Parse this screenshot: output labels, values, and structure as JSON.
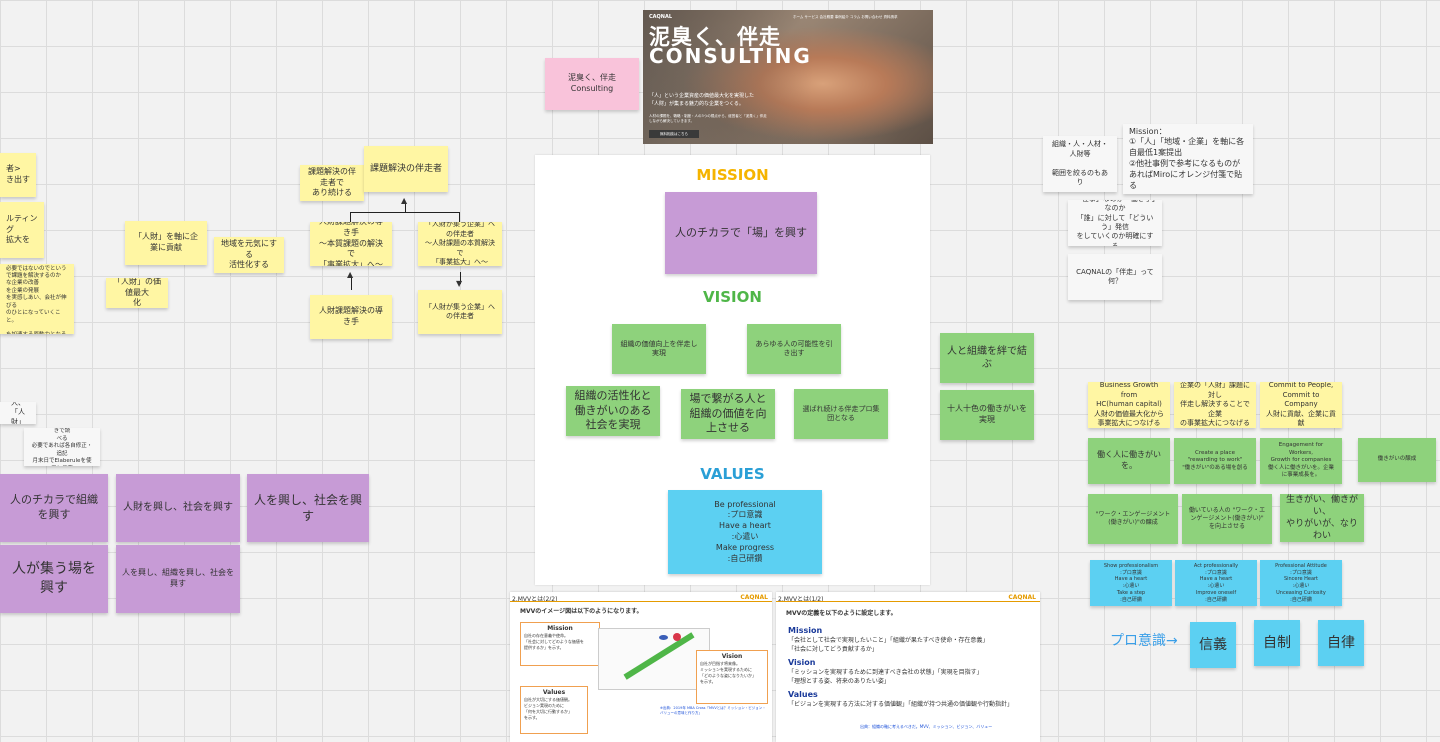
{
  "colors": {
    "yellow": "#fff6a3",
    "purple": "#c79bd6",
    "green": "#8ed27c",
    "blue": "#5cd0f2",
    "pink": "#f9c3da",
    "mission": "#f5b400",
    "vision": "#4fb648",
    "values": "#2a9fd6"
  },
  "hero": {
    "brand": "CAQNAL",
    "title1": "泥臭く、伴走",
    "title2": "CONSULTING",
    "nav": "ホーム  サービス  会社概要  事例紹介  コラム  お問い合わせ  資料請求",
    "sub1": "「人」という企業資産の価値最大化を実現した",
    "sub2": "「人財」が集まる魅力的な企業をつくる。",
    "body": "人材の課題を、戦略・制度・人の3つの視点から、経営者と「泥臭く」伴走しながら解決していきます。",
    "button": "無料相談はこちら"
  },
  "pink_note": "泥臭く、伴走\nConsulting",
  "board": {
    "mission_heading": "MISSION",
    "mission_note": "人のチカラで「場」を興す",
    "vision_heading": "VISION",
    "vision_notes": [
      "組織の価値向上を伴走し実現",
      "あらゆる人の可能性を引き出す",
      "組織の活性化と働きがいのある社会を実現",
      "場で繋がる人と組織の価値を向上させる",
      "選ばれ続ける伴走プロ集団となる"
    ],
    "values_heading": "VALUES",
    "values_note": "Be professional\n:プロ意識\nHave a heart\n:心遣い\nMake progress\n:自己研鑽"
  },
  "left_notes": {
    "edge1": "者>\nき出す",
    "edge2": "ルティング\n拡大を",
    "edge3": "の議メモ>\n必要ではないのでという\nで課題を解決するのか\nな企業の改善\nを企業の発展\nを実感しあい、会社が伸びる\nのひとになっていくこと。\n\nを加速する原動力となる",
    "n1": "「人財」を軸に企業に貢献",
    "n2": "地域を元気にする\n活性化する",
    "n3": "「人財」の価値最大\n化",
    "n4": "課題解決の伴走者で\nあり続ける",
    "n5": "課題解決の伴走者",
    "n6": "人財課題解決の導き手\n～本質課題の解決で\n「事業拡大」へ～",
    "n7": "「人財が集う企業」への伴走者\n～人財課題の本質解決で\n「事業拡大」へ～",
    "n8": "人財課題解決の導き手",
    "n9": "「人財が集う企業」への伴走者",
    "small_tag": "人、「人財」",
    "memo": "Missionスラジで業務書きで読\nべる\n必要であれば各自修正・追記\n月末日でElaberuleを使用し投票"
  },
  "purple_notes": [
    "人のチカラで組織を興す",
    "人財を興し、社会を興す",
    "人を興し、社会を興す",
    "人が集う場を興す",
    "人を興し、組織を興し、社会を興す"
  ],
  "right_notes": {
    "w1": "組織・人・人材・人財等\n\n範囲を絞るのもあり",
    "w2": "Mission：\n①「人」「地域・企業」を軸に各自最低1案提出\n②他社事例で参考になるものがあればMiroにオレンジ付箋で貼る",
    "w3": "「仕事」なのか「働き手」なのか\n「誰」に対して「どういう」発信\nをしていくのか明確にする",
    "w4": "CAQNALの「伴走」って何？",
    "g1": "人と組織を絆で結ぶ",
    "g2": "十人十色の働きがいを実現",
    "y1": "Business Growth from\nHC(human capital)\n人財の価値最大化から事業拡大につなげる",
    "y2": "企業の「人財」課題に対し\n伴走し解決することで企業\nの事業拡大につなげる",
    "y3": "Commit to People,\nCommit to Company\n人財に貢献、企業に貢献",
    "g3": "働く人に働きがいを。",
    "g4": "Create a place \"rewarding to work\"\n\"働きがい\"のある場を創る",
    "g5": "Engagement for Workers,\nGrowth for companies\n働く人に働きがいを。企業に事業成長を。",
    "g6": "働きがいの醸成",
    "g7": "\"ワーク・エンゲージメント(働きがい)\"の醸成",
    "g8": "働いている人の \"ワーク・エンゲージメント(働きがい)\" を向上させる",
    "g9": "生きがい、働きがい、\nやりがいが、なりわい",
    "b1": "Show professionalism\n:プロ意識\nHave a heart\n:心遣い\nTake a step\n:自己研鑽",
    "b2": "Act professionally\n:プロ意識\nHave a heart\n:心遣い\nImprove oneself\n:自己研鑽",
    "b3": "Professional Attitude\n:プロ意識\nSincere Heart\n:心遣い\nUnceasing Curiosity\n:自己研鑽",
    "pro_label": "プロ意識→",
    "k1": "信義",
    "k2": "自制",
    "k3": "自律"
  },
  "slide_left": {
    "header": "2.MVVとは(2/2)",
    "logo": "CAQNAL",
    "subtitle": "MVVのイメージ図は以下のようになります。",
    "mission_title": "Mission",
    "mission_body": "自社の存在意義や使命。\n「社会に対してどのような価値を\n提供するか」を示す。",
    "vision_title": "Vision",
    "vision_body": "自社が目指す将来像。\nミッションを実現するために\n「どのような姿になりたいか」\nを示す。",
    "values_title": "Values",
    "values_body": "自社が大切にする価値観。\nビジョン実現のために\n「何を大切に行動するか」\nを示す。",
    "footer": "※出典：2019年 MBA Cross「MVVとは？ミッション・ビジョン・バリューの意味と作り方」"
  },
  "slide_right": {
    "header": "2.MVVとは(1/2)",
    "logo": "CAQNAL",
    "subtitle": "MVVの定義を以下のように設定します。",
    "m_title": "Mission",
    "m_body": "「会社として社会で実現したいこと」「組織が果たすべき使命・存在意義」\n「社会に対してどう貢献するか」",
    "v_title": "Vision",
    "v_body": "「ミッションを実現するために到達すべき会社の状態」「実現を目指す」\n「理想とする姿、将来のありたい姿」",
    "va_title": "Values",
    "va_body": "「ビジョンを実現する方法に対する価値観」「組織が持つ共通の価値観や行動指針」",
    "footer": "出典：組織の軸に考えるべきだ。MVV、ミッション、ビジョン、バリュー"
  }
}
